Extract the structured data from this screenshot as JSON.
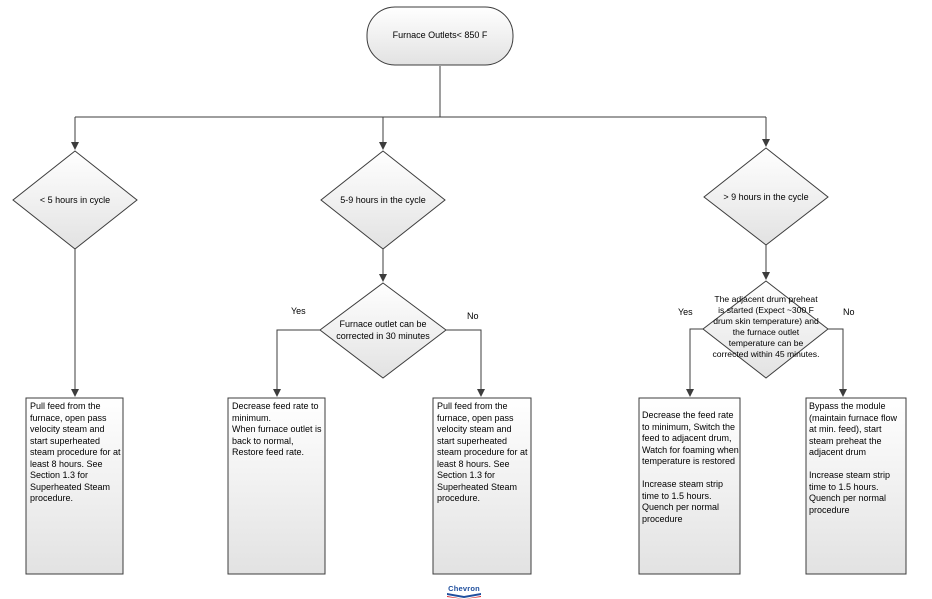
{
  "nodes": {
    "start": "Furnace Outlets< 850 F",
    "d_lt5": "< 5 hours in cycle",
    "d_5to9": "5-9 hours in the cycle",
    "d_gt9": "> 9 hours in the cycle",
    "d_correct30": "Furnace outlet can be corrected in 30 minutes",
    "d_adjacent": "The adjacent drum preheat is started (Expect ~300 F drum skin temperature) and the furnace outlet temperature can be corrected within 45 minutes.",
    "p_lt5": "Pull feed from the furnace, open pass velocity steam and start superheated steam procedure for at least 8 hours. See Section 1.3 for Superheated Steam procedure.",
    "p_30yes": "Decrease feed rate to minimum.\nWhen furnace outlet is back to normal, Restore feed rate.",
    "p_30no": "Pull feed from the furnace, open pass velocity steam and start superheated steam procedure for at least 8 hours.  See Section 1.3 for Superheated Steam procedure.",
    "p_45yes": "Decrease the feed rate to minimum, Switch the feed to adjacent drum, Watch for foaming when temperature is restored\n\nIncrease steam strip time to 1.5 hours. Quench per normal procedure",
    "p_45no": "Bypass the module (maintain furnace flow at min. feed), start steam preheat the adjacent drum\n\nIncrease steam strip time to 1.5 hours. Quench per normal procedure"
  },
  "edge_labels": {
    "yes_30": "Yes",
    "no_30": "No",
    "yes_45": "Yes",
    "no_45": "No"
  },
  "logo": {
    "text": "Chevron",
    "color": "#1f4f9e",
    "accent": "#d8262e"
  }
}
